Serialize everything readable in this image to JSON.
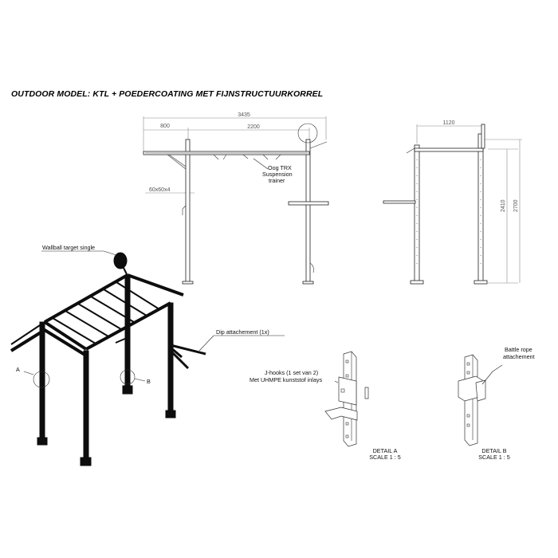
{
  "title": "OUTDOOR MODEL: KTL + POEDERCOATING MET FIJNSTRUCTUURKORREL",
  "front_view": {
    "dim_total": "3435",
    "dim_left": "800",
    "dim_span": "2200",
    "dim_profile": "60x60x4",
    "callout_trx_line1": "Oog TRX",
    "callout_trx_line2": "Suspension",
    "callout_trx_line3": "trainer"
  },
  "side_view": {
    "dim_depth": "1120",
    "dim_height_inner": "2410",
    "dim_height_total": "2700"
  },
  "iso_view": {
    "label_wallball": "Wallball target single",
    "label_dip": "Dip attachement (1x)",
    "marker_a": "A",
    "marker_b": "B"
  },
  "detail_a": {
    "callout_line1": "J-hooks (1 set van 2)",
    "callout_line2": "Met UHMPE kunststof inlays",
    "caption_line1": "DETAIL A",
    "caption_line2": "SCALE 1 : 5"
  },
  "detail_b": {
    "callout_line1": "Battle rope",
    "callout_line2": "attachement",
    "caption_line1": "DETAIL B",
    "caption_line2": "SCALE 1 : 5"
  }
}
